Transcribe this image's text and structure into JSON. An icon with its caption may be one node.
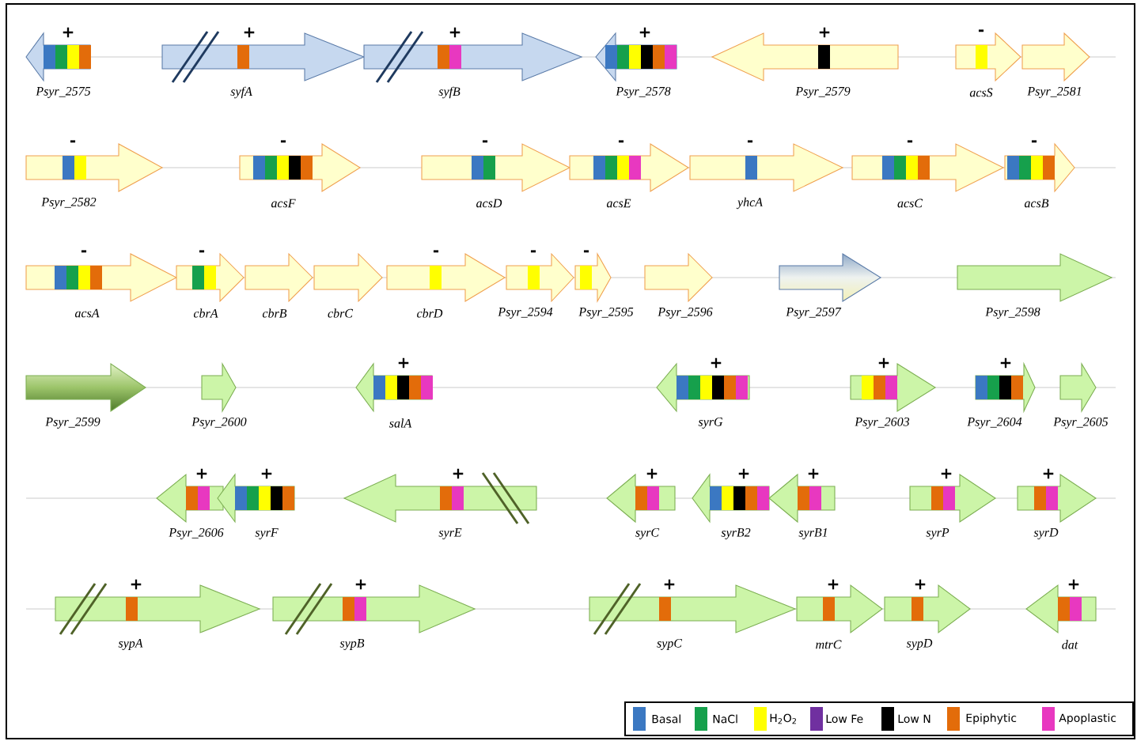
{
  "diagram": {
    "nodes": [
      {
        "text": [
          "Psyr_2575"
        ],
        "beside": [
          "+"
        ]
      },
      {
        "text": [
          "syfA"
        ],
        "beside": [
          "+"
        ]
      },
      {
        "text": [
          "syfB"
        ],
        "beside": [
          "+"
        ]
      },
      {
        "text": [
          "Psyr_2578"
        ],
        "beside": [
          "+"
        ]
      },
      {
        "text": [
          "Psyr_2579"
        ],
        "beside": [
          "+"
        ]
      },
      {
        "text": [
          "acsS"
        ],
        "beside": [
          "-"
        ]
      },
      {
        "text": [
          "Psyr_2581"
        ]
      },
      {
        "text": [
          "Psyr_2582"
        ],
        "beside": [
          "-"
        ]
      },
      {
        "text": [
          "acsF"
        ],
        "beside": [
          "-"
        ]
      },
      {
        "text": [
          "acsD"
        ],
        "beside": [
          "-"
        ]
      },
      {
        "text": [
          "acsE"
        ],
        "beside": [
          "-"
        ]
      },
      {
        "text": [
          "yhcA"
        ],
        "beside": [
          "-"
        ]
      },
      {
        "text": [
          "acsC"
        ],
        "beside": [
          "-"
        ]
      },
      {
        "text": [
          "acsB"
        ],
        "beside": [
          "-"
        ]
      },
      {
        "text": [
          "acsA"
        ],
        "beside": [
          "-"
        ]
      },
      {
        "text": [
          "cbrA"
        ],
        "beside": [
          "-"
        ]
      },
      {
        "text": [
          "cbrB"
        ]
      },
      {
        "text": [
          "cbrC"
        ]
      },
      {
        "text": [
          "cbrD"
        ],
        "beside": [
          "-"
        ]
      },
      {
        "text": [
          "Psyr_2594"
        ],
        "beside": [
          "-"
        ]
      },
      {
        "text": [
          "Psyr_2595"
        ],
        "beside": [
          "-"
        ]
      },
      {
        "text": [
          "Psyr_2596"
        ]
      },
      {
        "text": [
          "Psyr_2597"
        ]
      },
      {
        "text": [
          "Psyr_2598"
        ]
      },
      {
        "text": [
          "Psyr_2599"
        ]
      },
      {
        "text": [
          "Psyr_2600"
        ]
      },
      {
        "text": [
          "salA"
        ],
        "beside": [
          "+"
        ]
      },
      {
        "text": [
          "syrG"
        ],
        "beside": [
          "+"
        ]
      },
      {
        "text": [
          "Psyr_2603"
        ],
        "beside": [
          "+"
        ]
      },
      {
        "text": [
          "Psyr_2604"
        ],
        "beside": [
          "+"
        ]
      },
      {
        "text": [
          "Psyr_2605"
        ]
      },
      {
        "text": [
          "Psyr_2606"
        ],
        "beside": [
          "+"
        ]
      },
      {
        "text": [
          "syrF"
        ],
        "beside": [
          "+"
        ]
      },
      {
        "text": [
          "syrE"
        ],
        "beside": [
          "+"
        ]
      },
      {
        "text": [
          "syrC"
        ],
        "beside": [
          "+"
        ]
      },
      {
        "text": [
          "syrB2"
        ],
        "beside": [
          "+"
        ]
      },
      {
        "text": [
          "syrB1"
        ],
        "beside": [
          "+"
        ]
      },
      {
        "text": [
          "syrP"
        ],
        "beside": [
          "+"
        ]
      },
      {
        "text": [
          "syrD"
        ],
        "beside": [
          "+"
        ]
      },
      {
        "text": [
          "sypA"
        ],
        "beside": [
          "+"
        ]
      },
      {
        "text": [
          "sypB"
        ],
        "beside": [
          "+"
        ]
      },
      {
        "text": [
          "sypC"
        ],
        "beside": [
          "+"
        ]
      },
      {
        "text": [
          "mtrC"
        ],
        "beside": [
          "+"
        ]
      },
      {
        "text": [
          "sypD"
        ],
        "beside": [
          "+"
        ]
      },
      {
        "text": [
          "dat"
        ],
        "beside": [
          "+"
        ]
      }
    ],
    "legend": [
      {
        "text": "Basal",
        "color": "#3b78c2"
      },
      {
        "text": "NaCl",
        "color": "#16a04c"
      },
      {
        "text": "H$_{2}$O$_{2}$",
        "color": "#ffff00"
      },
      {
        "text": "Low Fe",
        "color": "#7030a0"
      },
      {
        "text": "Low N",
        "color": "#000000"
      },
      {
        "text": "Epiphytic",
        "color": "#e36c0a"
      },
      {
        "text": "Apoplastic",
        "color": "#e838c0"
      }
    ]
  }
}
